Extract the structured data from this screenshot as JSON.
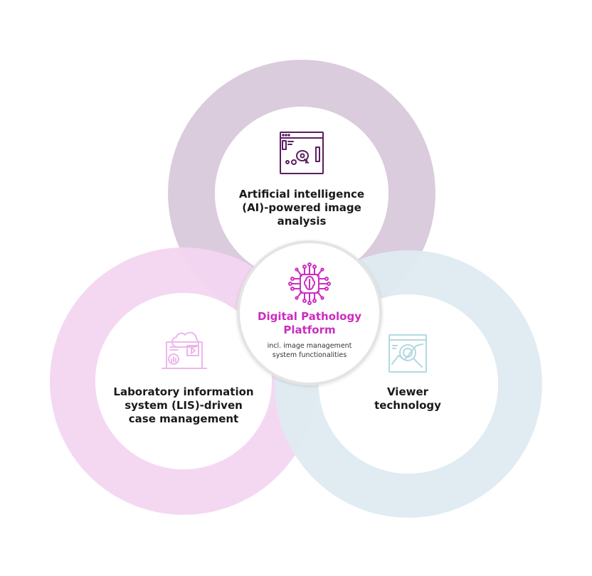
{
  "colors": {
    "ai_ring": "#d8c9da",
    "lis_ring": "#f3d6f1",
    "viewer_ring": "#deebf1",
    "ai_icon": "#5a1e5f",
    "lis_icon": "#ecb7ea",
    "viewer_icon": "#b3d8e1",
    "center_accent": "#cc2dbf",
    "center_border": "#e4e4e4"
  },
  "center": {
    "title": "Digital Pathology\nPlatform",
    "subtitle": "incl. image management\nsystem functionalities",
    "icon": "ai-chip-icon"
  },
  "rings": {
    "ai": {
      "label": "Artificial intelligence\n(AI)-powered image\nanalysis",
      "icon": "image-analysis-icon"
    },
    "lis": {
      "label": "Laboratory information\nsystem (LIS)-driven\ncase management",
      "icon": "case-management-icon"
    },
    "viewer": {
      "label": "Viewer\ntechnology",
      "icon": "viewer-icon"
    }
  }
}
